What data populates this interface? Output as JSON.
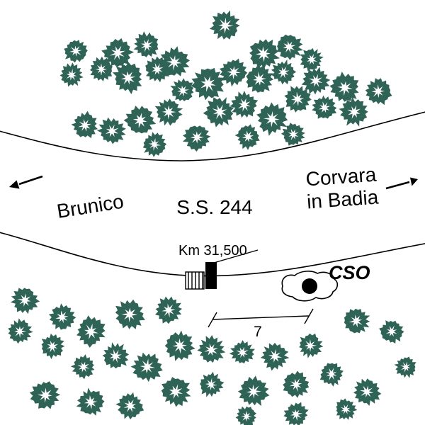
{
  "map": {
    "colors": {
      "tree_green": "#2e6355",
      "ink": "#000000",
      "paper": "#ffffff"
    },
    "road": {
      "name_label": "S.S. 244",
      "km_label": "Km 31,500",
      "left_direction_label": "Brunico",
      "right_direction_lines": [
        "Corvara",
        "in Badia"
      ]
    },
    "site": {
      "label": "CSO"
    },
    "dimension": {
      "label": "7"
    },
    "trees": {
      "upper": [
        [
          318,
          36,
          21
        ],
        [
          107,
          72,
          17
        ],
        [
          166,
          75,
          21
        ],
        [
          207,
          64,
          18
        ],
        [
          246,
          88,
          21
        ],
        [
          372,
          76,
          22
        ],
        [
          408,
          66,
          19
        ],
        [
          440,
          84,
          16
        ],
        [
          101,
          106,
          16
        ],
        [
          143,
          98,
          17
        ],
        [
          181,
          110,
          21
        ],
        [
          222,
          98,
          18
        ],
        [
          294,
          118,
          23
        ],
        [
          330,
          102,
          19
        ],
        [
          366,
          112,
          20
        ],
        [
          400,
          102,
          17
        ],
        [
          446,
          114,
          19
        ],
        [
          487,
          124,
          21
        ],
        [
          534,
          129,
          19
        ],
        [
          120,
          177,
          19
        ],
        [
          158,
          185,
          19
        ],
        [
          198,
          170,
          21
        ],
        [
          238,
          158,
          19
        ],
        [
          258,
          128,
          17
        ],
        [
          310,
          158,
          21
        ],
        [
          345,
          148,
          19
        ],
        [
          384,
          168,
          22
        ],
        [
          420,
          140,
          19
        ],
        [
          458,
          152,
          17
        ],
        [
          500,
          158,
          20
        ],
        [
          218,
          204,
          17
        ],
        [
          278,
          194,
          19
        ],
        [
          350,
          193,
          17
        ],
        [
          414,
          190,
          16
        ]
      ],
      "lower": [
        [
          35,
          424,
          19
        ],
        [
          28,
          468,
          17
        ],
        [
          88,
          448,
          19
        ],
        [
          74,
          489,
          17
        ],
        [
          128,
          468,
          21
        ],
        [
          183,
          444,
          21
        ],
        [
          238,
          438,
          19
        ],
        [
          163,
          503,
          19
        ],
        [
          118,
          518,
          17
        ],
        [
          208,
          518,
          21
        ],
        [
          254,
          488,
          21
        ],
        [
          298,
          494,
          19
        ],
        [
          342,
          498,
          17
        ],
        [
          388,
          503,
          19
        ],
        [
          438,
          488,
          17
        ],
        [
          503,
          453,
          19
        ],
        [
          553,
          468,
          17
        ],
        [
          573,
          518,
          15
        ],
        [
          64,
          558,
          21
        ],
        [
          128,
          568,
          19
        ],
        [
          184,
          573,
          19
        ],
        [
          248,
          553,
          21
        ],
        [
          298,
          543,
          17
        ],
        [
          358,
          553,
          21
        ],
        [
          418,
          543,
          19
        ],
        [
          468,
          528,
          17
        ],
        [
          518,
          553,
          19
        ],
        [
          348,
          588,
          15
        ],
        [
          418,
          585,
          17
        ],
        [
          488,
          578,
          15
        ]
      ]
    }
  }
}
